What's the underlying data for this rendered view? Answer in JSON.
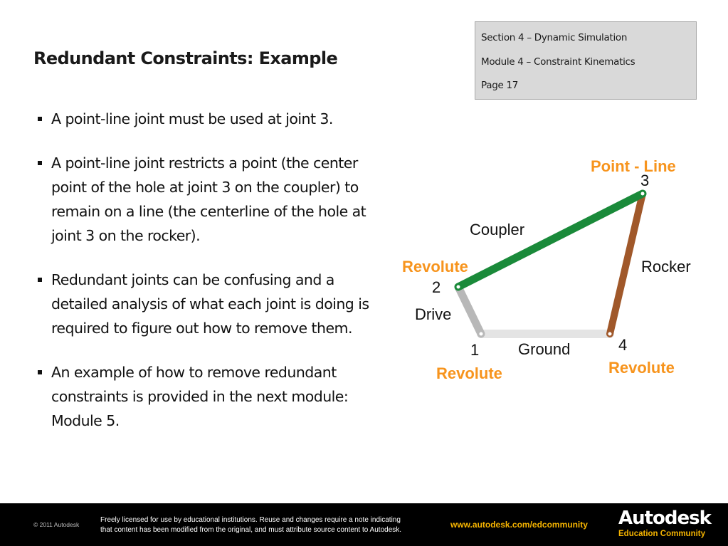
{
  "title": "Redundant Constraints: Example",
  "info_box": {
    "section": "Section 4 – Dynamic Simulation",
    "module": "Module 4 – Constraint Kinematics",
    "page": "Page 17"
  },
  "bullets": [
    "A point-line joint must be used at joint 3.",
    "A point-line joint restricts a point (the center point of the hole at joint 3 on the coupler) to remain on a line (the centerline of the hole at joint 3 on the rocker).",
    "Redundant joints can be confusing and a detailed analysis of what each joint is doing is required to figure out how to remove them.",
    "An example of how to remove redundant constraints is provided in the next module: Module 5."
  ],
  "diagram": {
    "links": {
      "coupler": "Coupler",
      "rocker": "Rocker",
      "drive": "Drive",
      "ground": "Ground"
    },
    "joints": [
      {
        "number": "1",
        "type": "Revolute"
      },
      {
        "number": "2",
        "type": "Revolute"
      },
      {
        "number": "3",
        "type": "Point - Line"
      },
      {
        "number": "4",
        "type": "Revolute"
      }
    ],
    "colors": {
      "coupler": "#1a8a3a",
      "rocker": "#a0582a",
      "drive": "#b8b8b8",
      "ground": "#e4e4e4",
      "joint_label": "#f7941d"
    }
  },
  "footer": {
    "copyright": "© 2011 Autodesk",
    "license_line1": "Freely licensed for use by educational institutions. Reuse and changes require a note indicating",
    "license_line2": "that content has been modified from the original, and must attribute source content to Autodesk.",
    "url": "www.autodesk.com/edcommunity",
    "brand": "Autodesk",
    "brand_sub": "Education Community"
  }
}
